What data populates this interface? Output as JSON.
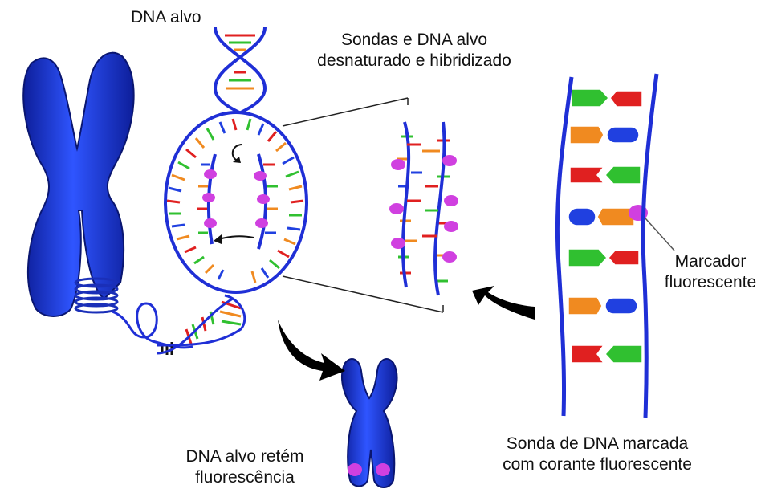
{
  "labels": {
    "target_dna": "DNA alvo",
    "probes_hybridized_line1": "Sondas e DNA alvo",
    "probes_hybridized_line2": "desnaturado e hibridizado",
    "fluorescent_marker_line1": "Marcador",
    "fluorescent_marker_line2": "fluorescente",
    "labeled_probe_line1": "Sonda de DNA marcada",
    "labeled_probe_line2": "com corante fluorescente",
    "target_retains_line1": "DNA alvo retém",
    "target_retains_line2": "fluorescência"
  },
  "colors": {
    "strand": "#1f2fd6",
    "chromosome": "#1a3ef0",
    "marker": "#d040e0",
    "rung_red": "#e02020",
    "rung_green": "#30c030",
    "rung_orange": "#f08a20",
    "rung_blue": "#2040e0",
    "arrow": "#000000"
  }
}
